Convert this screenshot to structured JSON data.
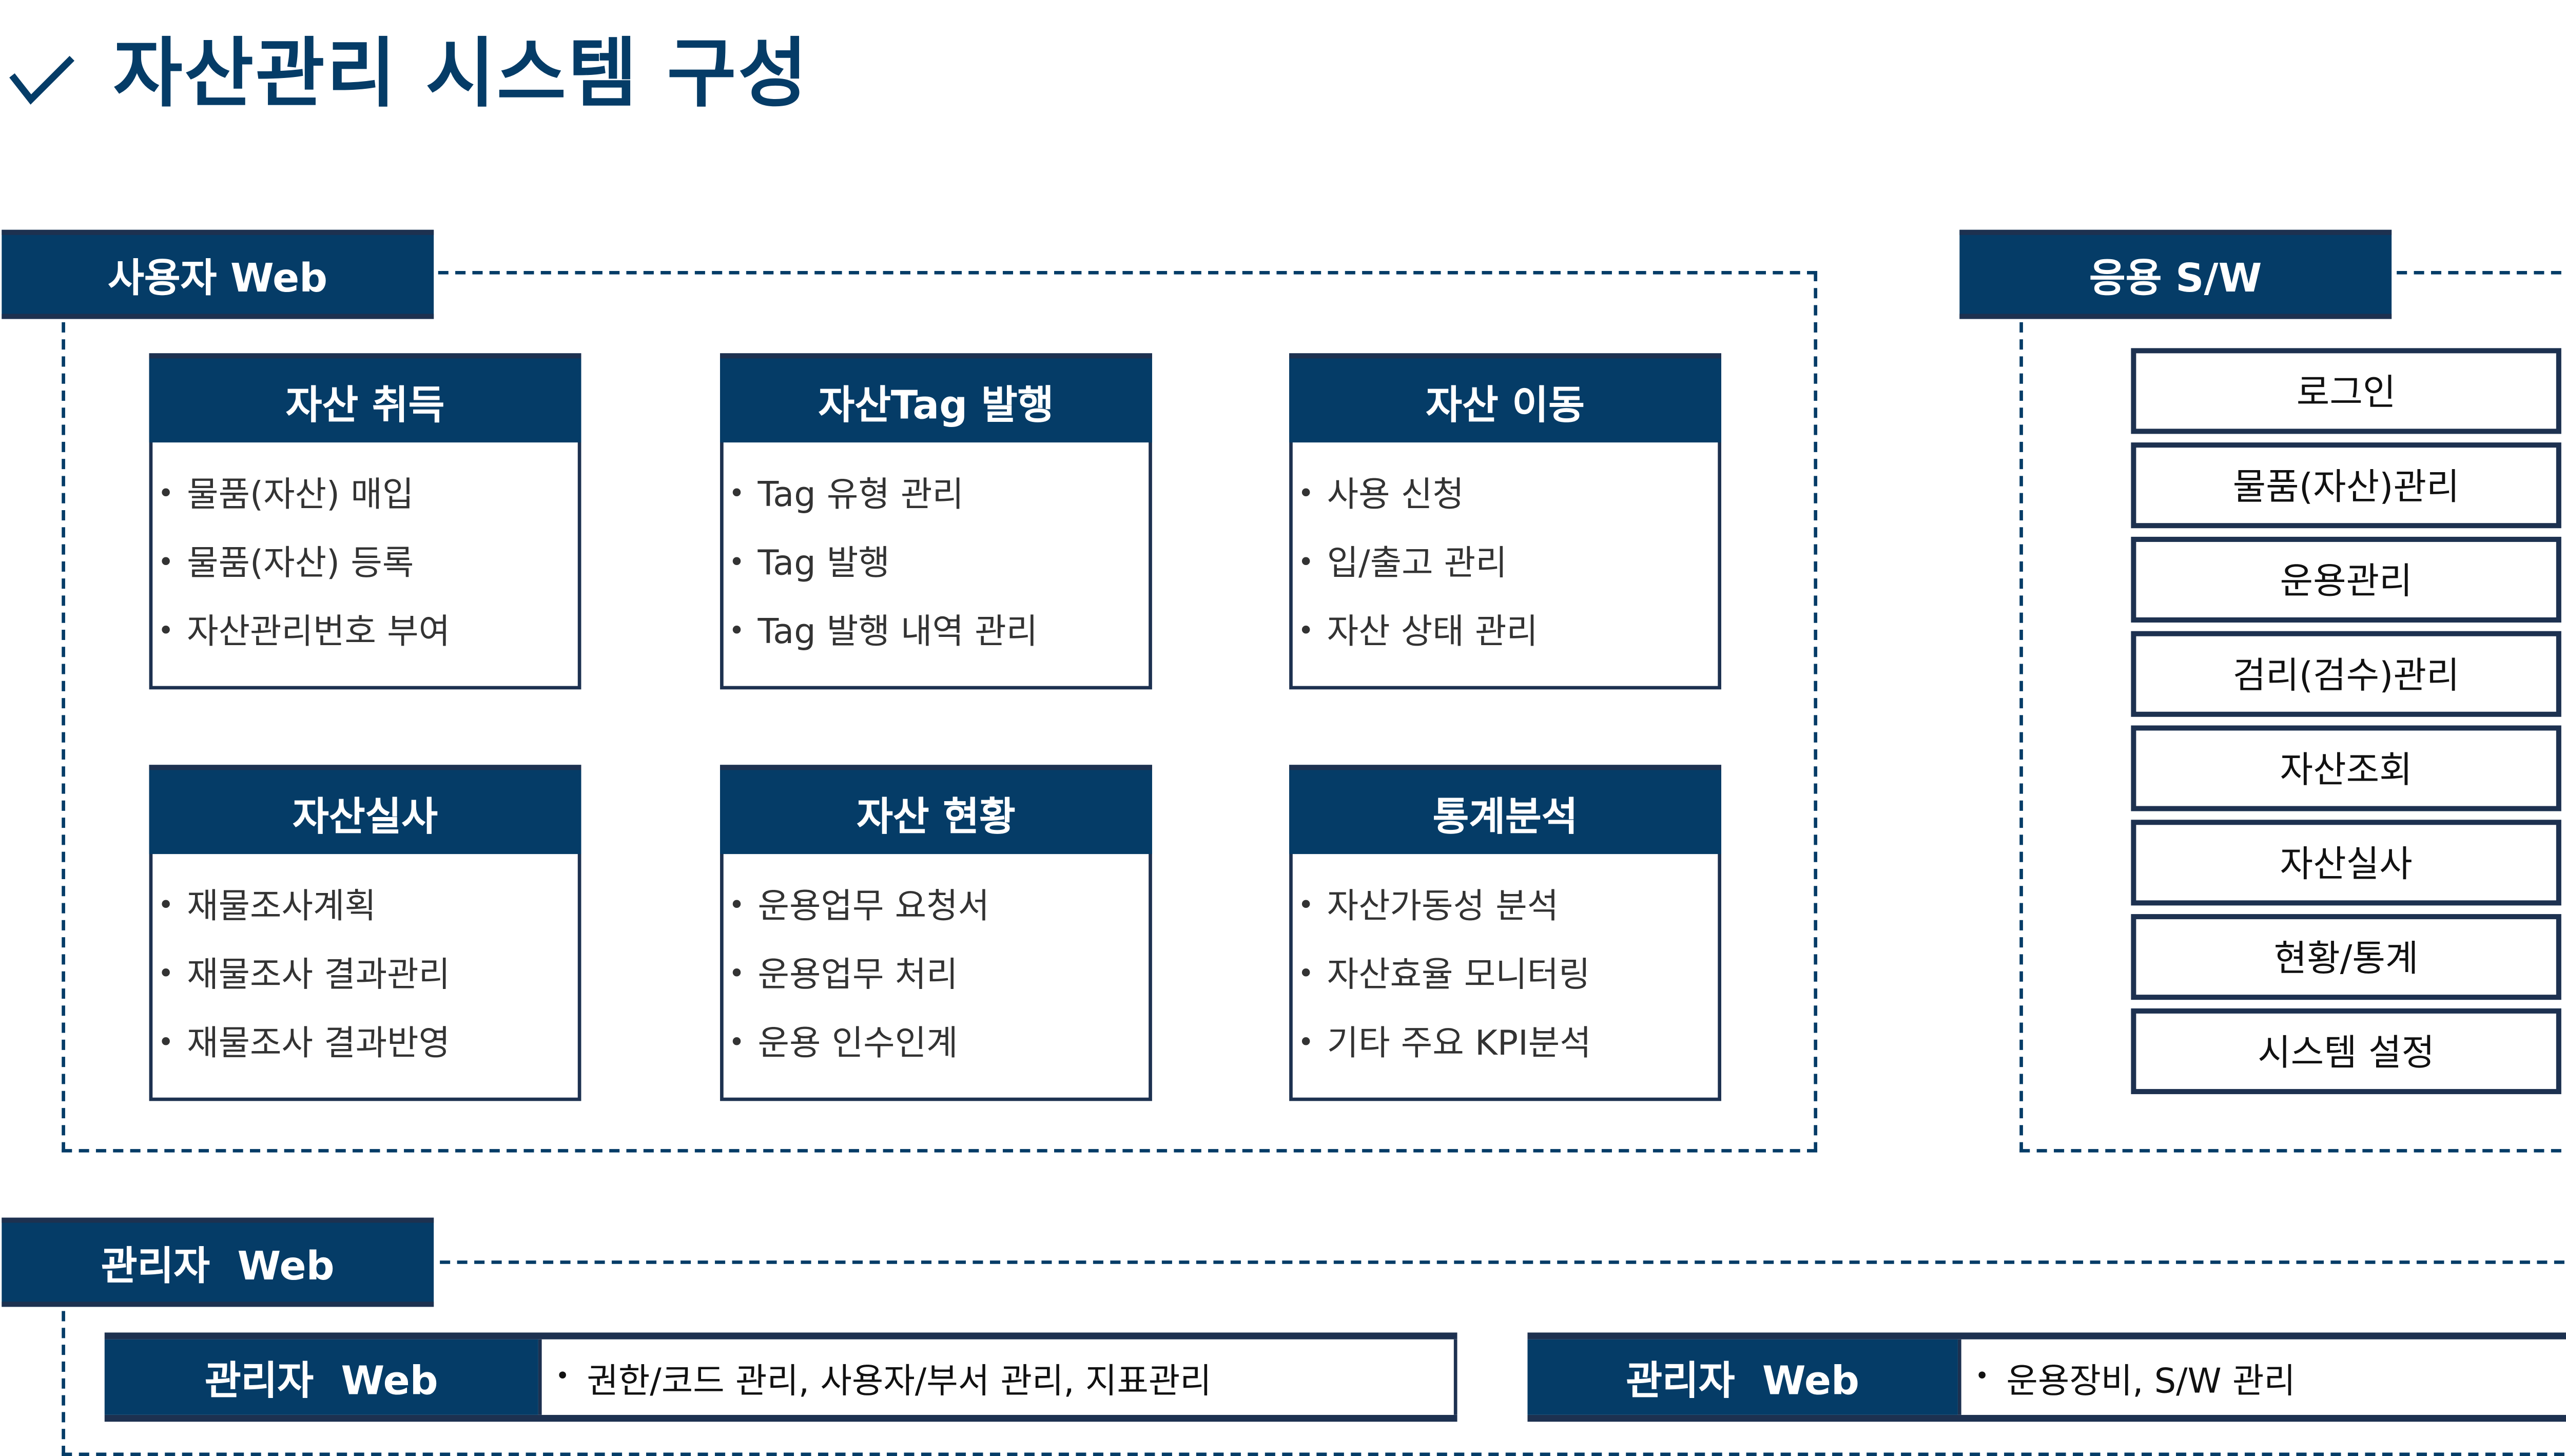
{
  "title": {
    "icon": "checkmark-icon",
    "text": "자산관리 시스템 구성"
  },
  "colors": {
    "primary": "#053c67",
    "border": "#1d3150",
    "text": "#333333",
    "background": "#ffffff"
  },
  "user_web": {
    "label": "사용자 Web",
    "modules": [
      {
        "title": "자산 취득",
        "items": [
          "물품(자산) 매입",
          "물품(자산) 등록",
          "자산관리번호 부여"
        ]
      },
      {
        "title": "자산Tag 발행",
        "items": [
          "Tag 유형 관리",
          "Tag 발행",
          "Tag 발행 내역 관리"
        ]
      },
      {
        "title": "자산 이동",
        "items": [
          "사용 신청",
          "입/출고 관리",
          "자산 상태 관리"
        ]
      },
      {
        "title": "자산실사",
        "items": [
          "재물조사계획",
          "재물조사 결과관리",
          "재물조사 결과반영"
        ]
      },
      {
        "title": "자산 현황",
        "items": [
          "운용업무 요청서",
          "운용업무 처리",
          "운용 인수인계"
        ]
      },
      {
        "title": "통계분석",
        "items": [
          "자산가동성 분석",
          "자산효율 모니터링",
          "기타 주요 KPI분석"
        ]
      }
    ]
  },
  "app_sw": {
    "label": "응용 S/W",
    "menu": [
      "로그인",
      "물품(자산)관리",
      "운용관리",
      "검리(검수)관리",
      "자산조회",
      "자산실사",
      "현황/통계",
      "시스템 설정"
    ]
  },
  "admin_web": {
    "label": "관리자  Web",
    "rows": [
      {
        "label": "관리자  Web",
        "description": "권한/코드 관리, 사용자/부서 관리, 지표관리"
      },
      {
        "label": "관리자  Web",
        "description": "운용장비, S/W 관리"
      }
    ]
  },
  "bullet": "•"
}
